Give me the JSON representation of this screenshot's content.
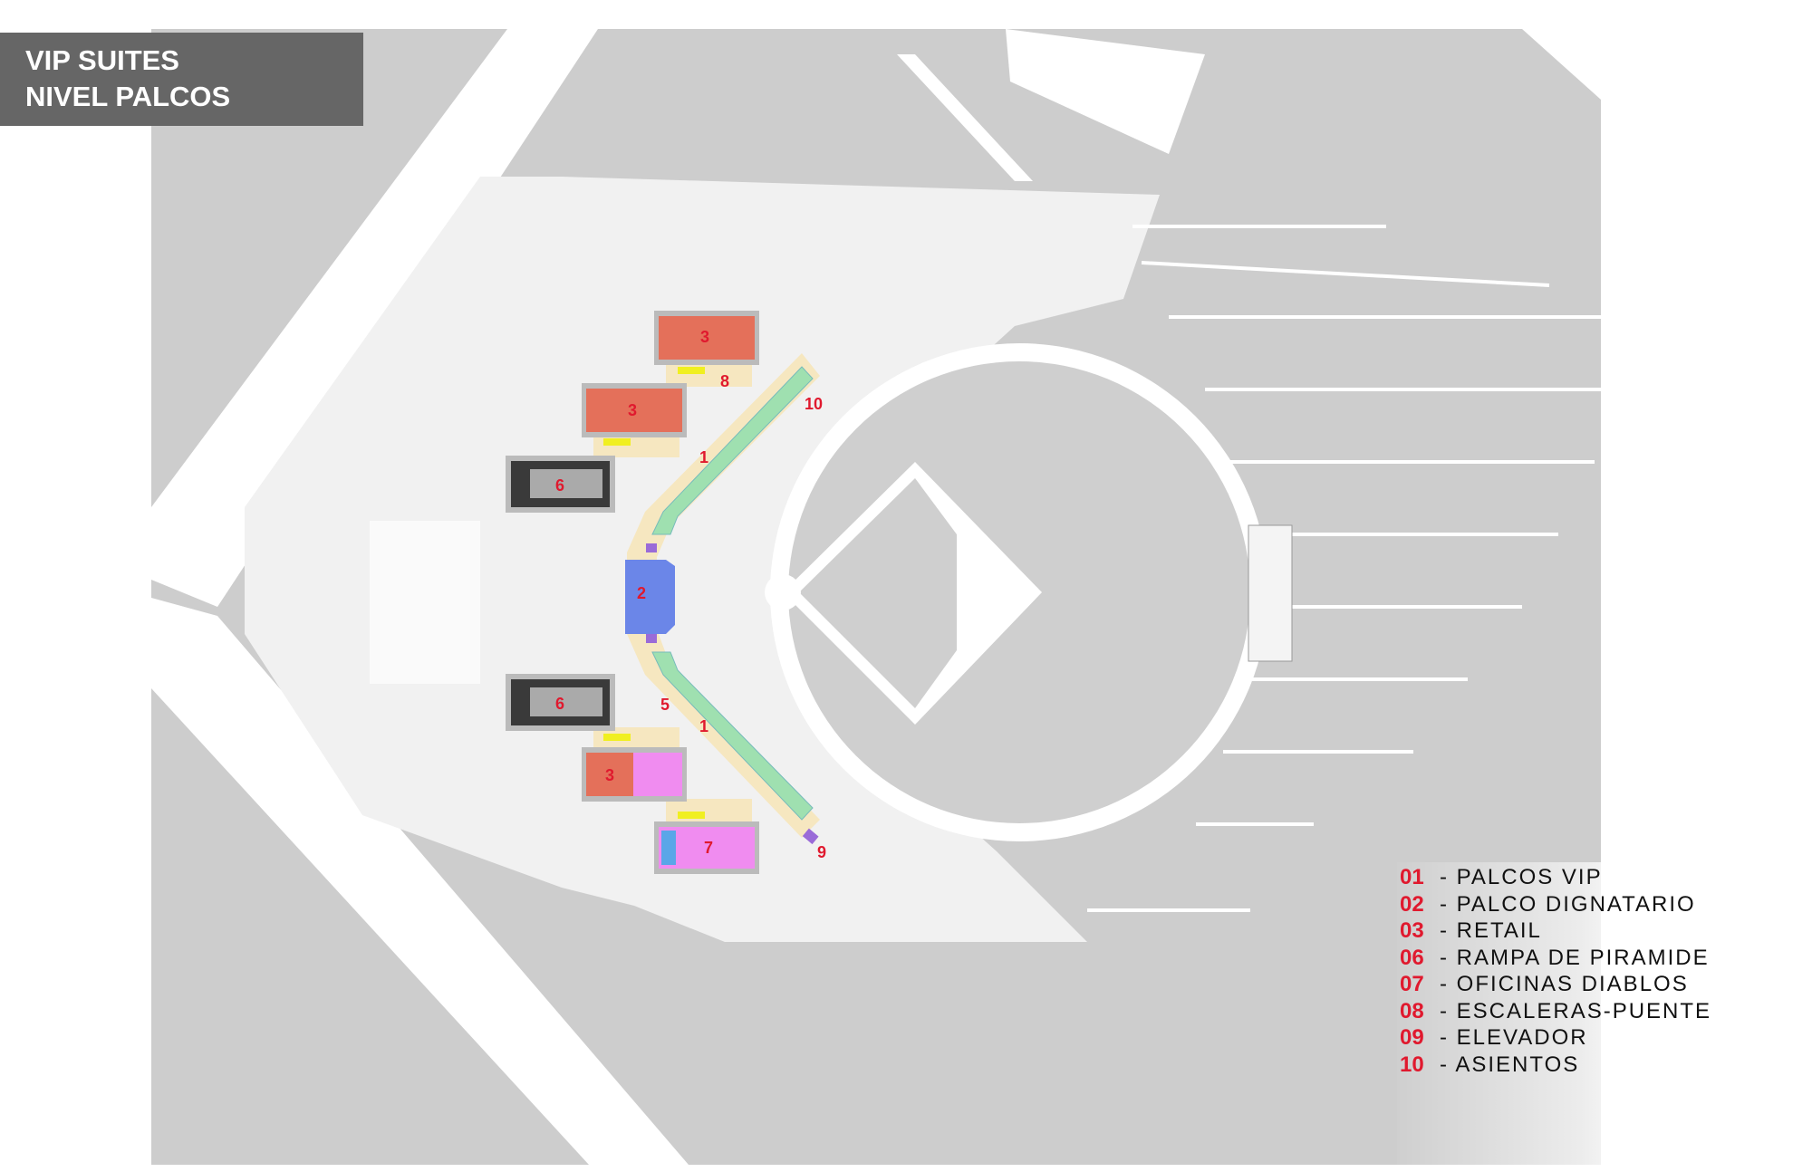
{
  "title": {
    "line1": "VIP SUITES",
    "line2": "NIVEL PALCOS"
  },
  "map_labels": {
    "retail_top": "3",
    "retail_mid": "3",
    "retail_bottom": "3",
    "stairs": "8",
    "seats": "10",
    "vip_top": "1",
    "vip_bottom": "1",
    "ramp_top": "6",
    "ramp_bottom": "6",
    "dignitary": "2",
    "five": "5",
    "offices": "7",
    "elevator": "9"
  },
  "legend": [
    {
      "num": "01",
      "label": "- PALCOS VIP"
    },
    {
      "num": "02",
      "label": "- PALCO DIGNATARIO"
    },
    {
      "num": "03",
      "label": "- RETAIL"
    },
    {
      "num": "06",
      "label": "- RAMPA DE PIRAMIDE"
    },
    {
      "num": "07",
      "label": "- OFICINAS DIABLOS"
    },
    {
      "num": "08",
      "label": "- ESCALERAS-PUENTE"
    },
    {
      "num": "09",
      "label": "- ELEVADOR"
    },
    {
      "num": "10",
      "label": "- ASIENTOS"
    }
  ],
  "colors": {
    "retail": "#e4705a",
    "vip": "#9fe0b0",
    "concourse": "#f6e7c0",
    "dignitary": "#6b86e8",
    "offices": "#f08cf0",
    "ramp": "#444444",
    "accent": "#e0192e"
  }
}
